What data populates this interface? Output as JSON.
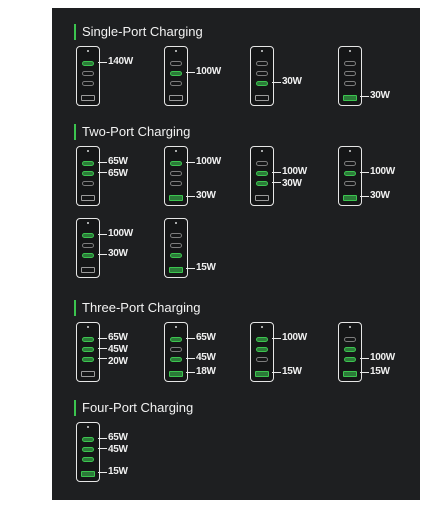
{
  "sections": [
    {
      "title": "Single-Port Charging",
      "configs": [
        {
          "active": [
            0
          ],
          "labels": [
            "140W"
          ]
        },
        {
          "active": [
            1
          ],
          "labels": [
            "100W"
          ]
        },
        {
          "active": [
            2
          ],
          "labels": [
            "30W"
          ]
        },
        {
          "active": [
            3
          ],
          "labels": [
            "30W"
          ]
        }
      ]
    },
    {
      "title": "Two-Port Charging",
      "configs": [
        {
          "active": [
            0,
            1
          ],
          "labels": [
            "65W",
            "65W"
          ]
        },
        {
          "active": [
            0,
            3
          ],
          "labels": [
            "100W",
            "30W"
          ]
        },
        {
          "active": [
            1,
            2
          ],
          "labels": [
            "100W",
            "30W"
          ]
        },
        {
          "active": [
            1,
            3
          ],
          "labels": [
            "100W",
            "30W"
          ]
        },
        {
          "active": [
            0,
            2
          ],
          "labels": [
            "100W",
            "30W"
          ]
        },
        {
          "active": [
            2,
            3
          ],
          "labels": [
            "",
            "15W"
          ]
        }
      ]
    },
    {
      "title": "Three-Port Charging",
      "configs": [
        {
          "active": [
            0,
            1,
            2
          ],
          "labels": [
            "65W",
            "45W",
            "20W"
          ]
        },
        {
          "active": [
            0,
            2,
            3
          ],
          "labels": [
            "65W",
            "45W",
            "18W"
          ]
        },
        {
          "active": [
            0,
            1,
            3
          ],
          "labels": [
            "100W",
            "",
            "15W"
          ]
        },
        {
          "active": [
            1,
            2,
            3
          ],
          "labels": [
            "",
            "100W",
            "15W"
          ]
        }
      ]
    },
    {
      "title": "Four-Port Charging",
      "configs": [
        {
          "active": [
            0,
            1,
            2,
            3
          ],
          "labels": [
            "65W",
            "45W",
            "",
            "15W"
          ]
        }
      ]
    }
  ],
  "colors": {
    "panel": "#1e1f21",
    "accent": "#3cc44f",
    "port_active": "#2b7a38"
  }
}
